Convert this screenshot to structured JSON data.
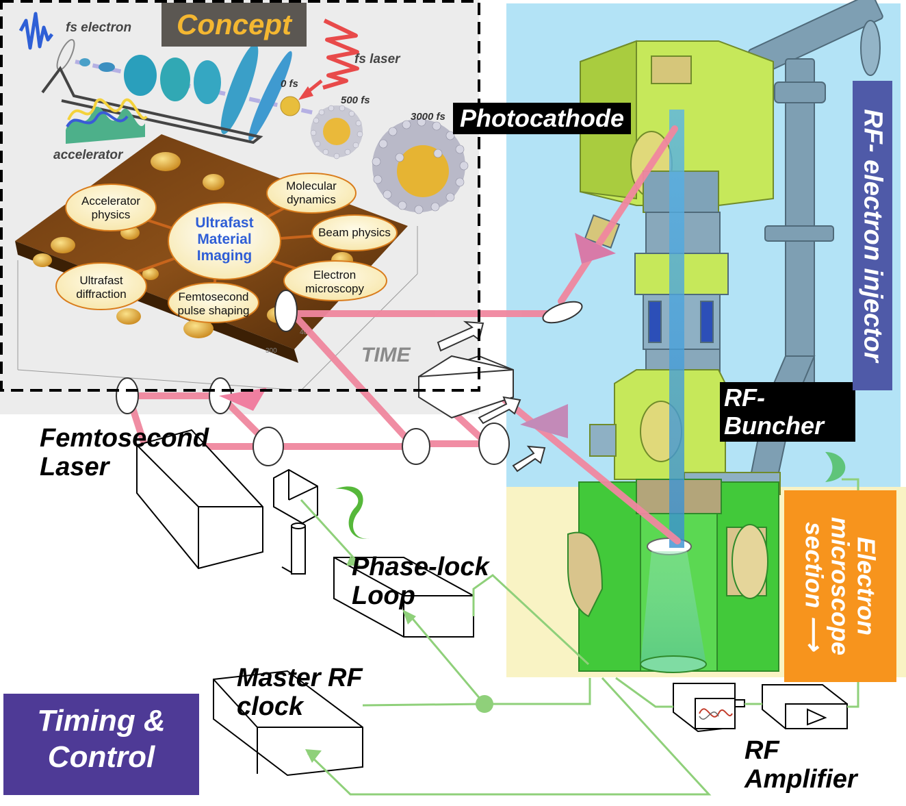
{
  "concept": {
    "title": "Concept",
    "fs_electron": "fs electron",
    "fs_laser": "fs laser",
    "accelerator": "accelerator",
    "t0": "0 fs",
    "t500": "500 fs",
    "t3000": "3000 fs",
    "center": "Ultrafast Material Imaging",
    "nodes": [
      "Accelerator physics",
      "Molecular dynamics",
      "Beam physics",
      "Electron microscopy",
      "Femtosecond pulse shaping",
      "Ultrafast diffraction"
    ]
  },
  "labels": {
    "photocathode": "Photocathode",
    "rf_buncher": "RF- Buncher",
    "rf_injector": "RF- electron injector",
    "em_section": "Electron microscope section ⟶",
    "time": "TIME",
    "femtosecond_laser": "Femtosecond Laser",
    "phase_lock": "Phase-lock Loop",
    "master_clock": "Master RF clock",
    "timing_control": "Timing & Control",
    "rf_amplifier": "RF Amplifier"
  },
  "colors": {
    "laser_beam": "#f0879f",
    "rf_line": "#8fd07a",
    "injector_bg": "#b3e3f6",
    "em_bg": "#f9f3c4",
    "hardware_green": "#c6e85a",
    "em_green": "#42c93a",
    "label_orange": "#f7941d",
    "label_blue": "#4f5aa8",
    "timing_purple": "#4e3a96"
  }
}
